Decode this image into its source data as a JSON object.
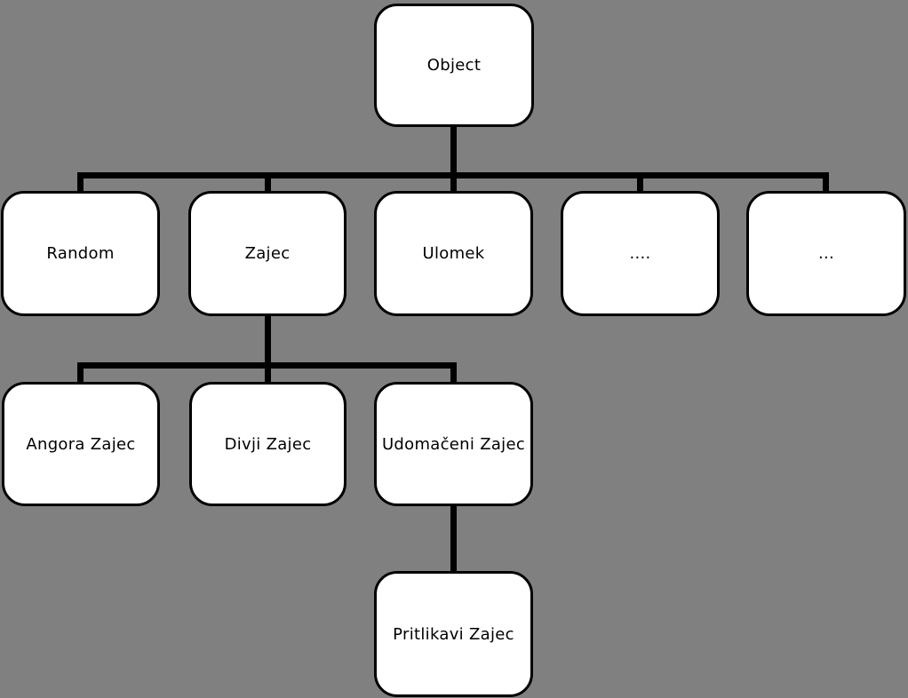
{
  "diagram": {
    "type": "tree-hierarchy",
    "background_color": "#808080",
    "node_fill_color": "#ffffff",
    "node_border_color": "#000000",
    "connector_color": "#000000",
    "text_color": "#000000",
    "nodes": [
      {
        "id": "object",
        "label": "Object"
      },
      {
        "id": "random",
        "label": "Random"
      },
      {
        "id": "zajec",
        "label": "Zajec"
      },
      {
        "id": "ulomek",
        "label": "Ulomek"
      },
      {
        "id": "ellipsis-four",
        "label": "...."
      },
      {
        "id": "ellipsis-three",
        "label": "..."
      },
      {
        "id": "angora-zajec",
        "label": "Angora Zajec"
      },
      {
        "id": "divji-zajec",
        "label": "Divji Zajec"
      },
      {
        "id": "udomaceni-zajec",
        "label": "Udomačeni Zajec"
      },
      {
        "id": "pritlikavi-zajec",
        "label": "Pritlikavi Zajec"
      }
    ],
    "edges": [
      {
        "from": "Object",
        "to": "Random"
      },
      {
        "from": "Object",
        "to": "Zajec"
      },
      {
        "from": "Object",
        "to": "Ulomek"
      },
      {
        "from": "Object",
        "to": "...."
      },
      {
        "from": "Object",
        "to": "..."
      },
      {
        "from": "Zajec",
        "to": "Angora Zajec"
      },
      {
        "from": "Zajec",
        "to": "Divji Zajec"
      },
      {
        "from": "Zajec",
        "to": "Udomačeni Zajec"
      },
      {
        "from": "Udomačeni Zajec",
        "to": "Pritlikavi Zajec"
      }
    ]
  }
}
